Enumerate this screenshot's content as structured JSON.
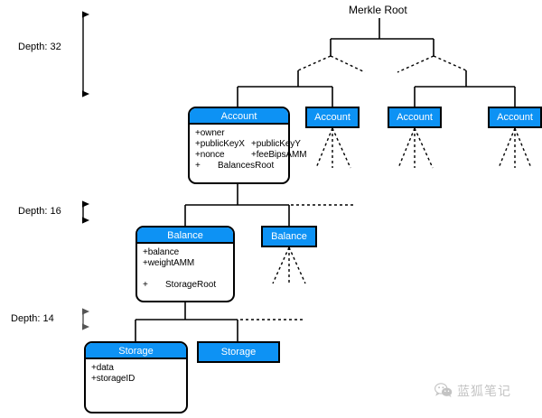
{
  "diagram": {
    "root_label": "Merkle Root",
    "depth_markers": [
      {
        "label": "Depth: 32"
      },
      {
        "label": "Depth: 16"
      },
      {
        "label": "Depth: 14"
      }
    ],
    "accent_color": "#0d92f4",
    "line_color": "#000000",
    "nodes": {
      "account_main": {
        "title": "Account",
        "attributes": [
          {
            "left": "+owner",
            "right": ""
          },
          {
            "left": "+publicKeyX",
            "right": "+publicKeyY"
          },
          {
            "left": "+nonce",
            "right": "+feeBipsAMM"
          }
        ],
        "operation_marker": "+",
        "operation_name": "BalancesRoot"
      },
      "account_leaf_1": {
        "title": "Account"
      },
      "account_leaf_2": {
        "title": "Account"
      },
      "account_leaf_3": {
        "title": "Account"
      },
      "balance_main": {
        "title": "Balance",
        "attributes": [
          {
            "left": "+balance",
            "right": ""
          },
          {
            "left": "+weightAMM",
            "right": ""
          }
        ],
        "operation_marker": "+",
        "operation_name": "StorageRoot"
      },
      "balance_leaf_1": {
        "title": "Balance"
      },
      "storage_main": {
        "title": "Storage",
        "attributes": [
          {
            "left": "+data",
            "right": ""
          },
          {
            "left": "+storageID",
            "right": ""
          }
        ],
        "operation_marker": "",
        "operation_name": ""
      },
      "storage_leaf_1": {
        "title": "Storage"
      }
    }
  },
  "watermark": {
    "icon": "wechat-icon",
    "text": "蓝狐笔记"
  }
}
